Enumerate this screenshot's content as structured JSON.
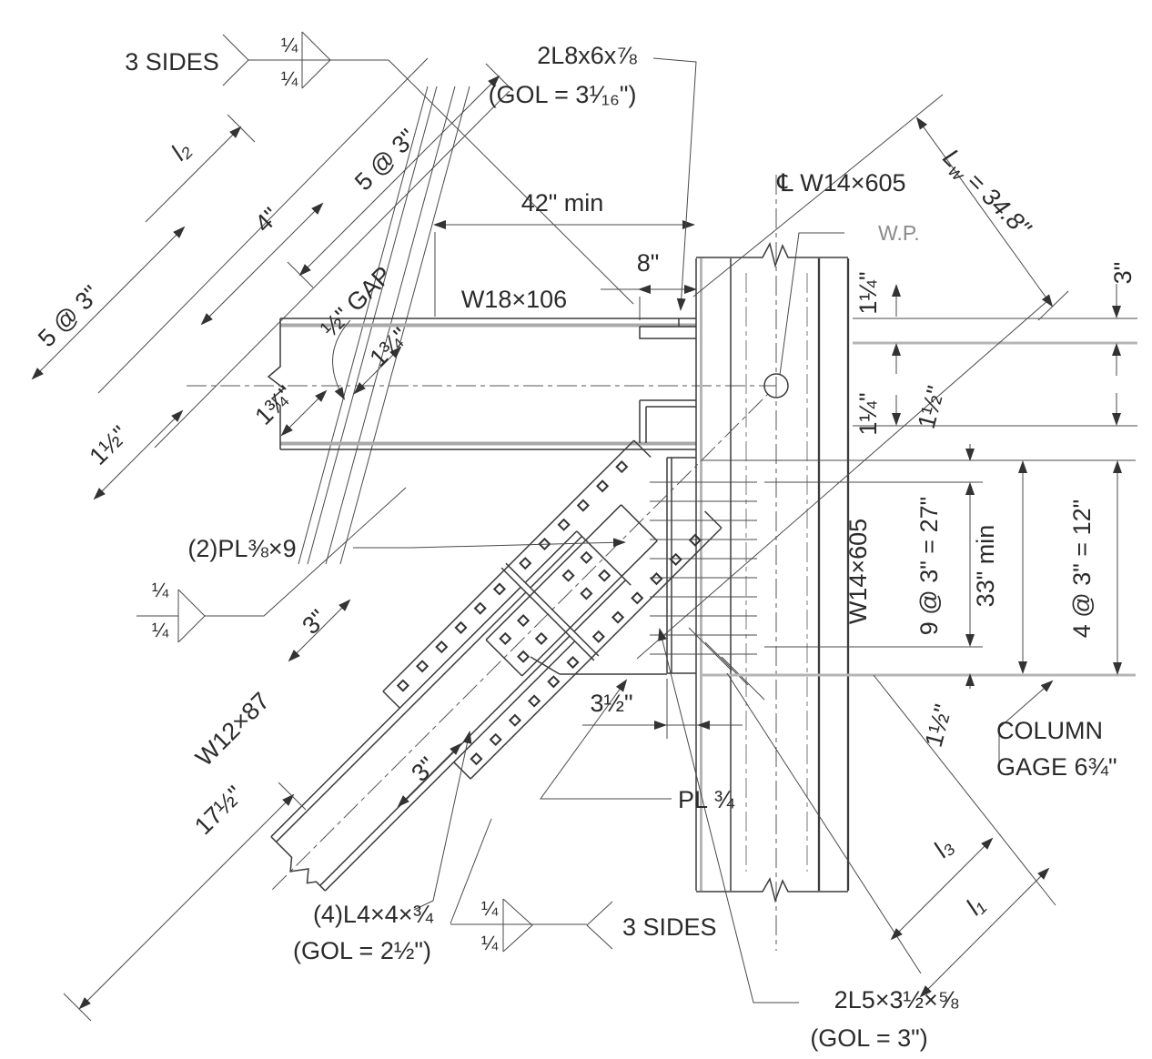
{
  "drawing": {
    "members": {
      "beam": "W18×106",
      "column": "W14×605",
      "column_centerline": "℄ W14×605",
      "brace": "W12×87"
    },
    "parts": {
      "top_angle": "2L8x6x⅞",
      "top_angle_gol": "(GOL = 3¹⁄₁₆\")",
      "splice_plates": "(2)PL⅜×9",
      "brace_angles": "(4)L4×4×¾",
      "brace_angles_gol": "(GOL = 2½\")",
      "bottom_angles": "2L5×3½×⅝",
      "bottom_angles_gol": "(GOL = 3\")",
      "gusset_plate": "PL ¾"
    },
    "points": {
      "work_point": "W.P."
    },
    "welds": {
      "note_top": "3 SIDES",
      "note_bottom": "3 SIDES",
      "top_upper": "¼",
      "top_lower": "¼",
      "mid_upper": "¼",
      "mid_lower": "¼",
      "bottom_upper": "¼",
      "bottom_lower": "¼",
      "weld_length": {
        "prefix": "L",
        "sub": "w",
        "rest": " = 34.8\""
      }
    },
    "dims": {
      "beam_setback": "42\" min",
      "top_angle_leg": "8\"",
      "flange_edge_top": "3\"",
      "bolt_edge_a": "1¼\"",
      "bolt_edge_b": "1¼\"",
      "gusset_edge_top": "1½\"",
      "l2": "l₂",
      "pitch_4": "4\"",
      "pitch_5at3_a": "5 @ 3\"",
      "pitch_5at3_b": "5 @ 3\"",
      "edge_1_5_left": "1½\"",
      "gap": "½\" GAP",
      "splice_edge_a": "1¾\"",
      "splice_edge_b": "1¾\"",
      "splice_pitch_a": "3\"",
      "splice_pitch_b": "3\"",
      "brace_end": "17½\"",
      "gusset_corner": "3½\"",
      "column_bolts": "9 @ 3\" = 27\"",
      "gusset_depth": "33\" min",
      "bottom_bolts": "4 @ 3\" = 12\"",
      "gusset_edge_bottom": "1½\"",
      "column_gage_1": "COLUMN",
      "column_gage_2": "GAGE 6¾\"",
      "l3": "l₃",
      "l1": "l₁"
    }
  }
}
